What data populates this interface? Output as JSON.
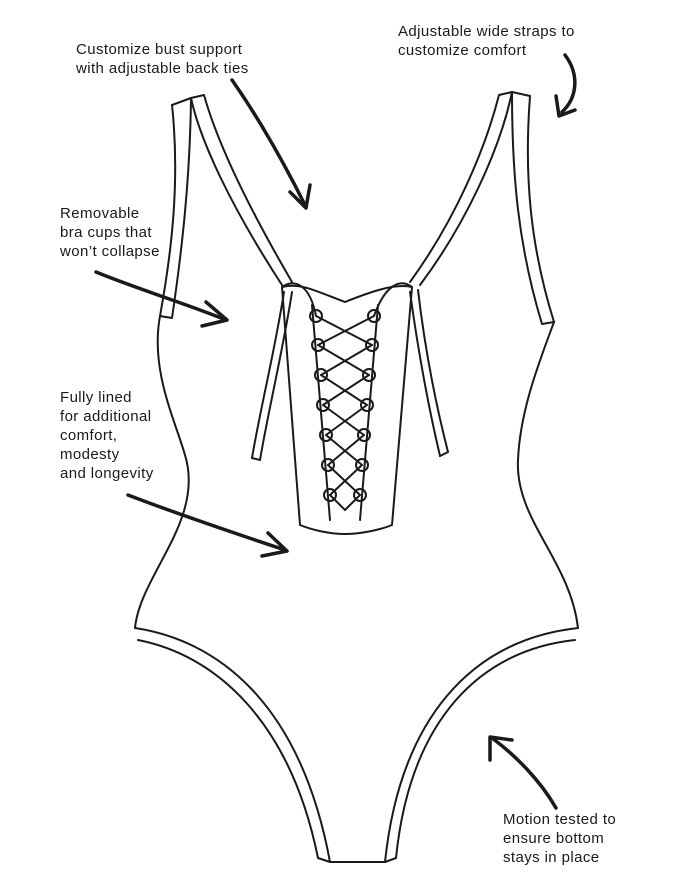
{
  "colors": {
    "line": "#1a1a1a",
    "background": "#ffffff"
  },
  "callouts": {
    "bust_support": {
      "lines": [
        "Customize bust support",
        "with adjustable back ties"
      ]
    },
    "straps": {
      "lines": [
        "Adjustable wide straps to",
        "customize comfort"
      ]
    },
    "bra_cups": {
      "lines": [
        "Removable",
        "bra cups that",
        "won’t collapse"
      ]
    },
    "lining": {
      "lines": [
        "Fully lined",
        "for additional",
        "comfort,",
        "modesty",
        "and longevity"
      ]
    },
    "bottom": {
      "lines": [
        "Motion tested to",
        "ensure bottom",
        "stays in place"
      ]
    }
  }
}
